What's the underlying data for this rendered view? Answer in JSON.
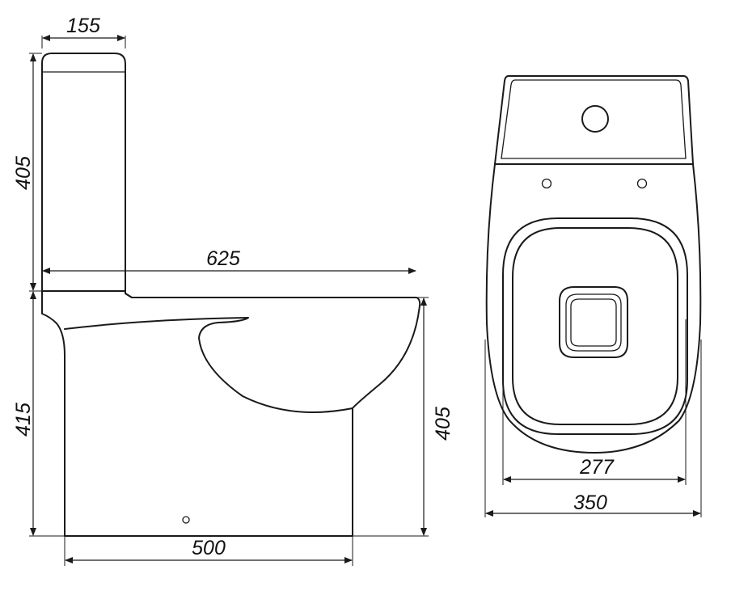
{
  "dimensions": {
    "tank_depth": "155",
    "tank_height": "405",
    "overall_length": "625",
    "bowl_height_left": "415",
    "bowl_height_right": "405",
    "base_length": "500",
    "seat_width": "277",
    "overall_width": "350"
  },
  "views": [
    "side-view",
    "top-view"
  ]
}
